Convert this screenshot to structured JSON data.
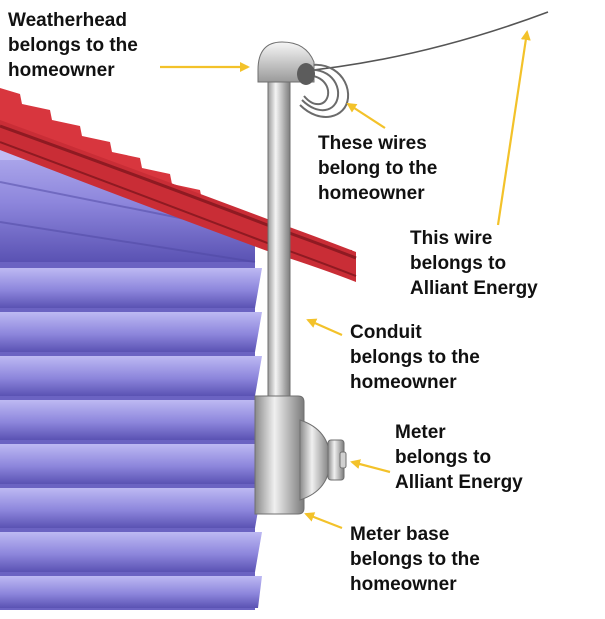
{
  "labels": {
    "weatherhead": [
      "Weatherhead",
      "belongs to the",
      "homeowner"
    ],
    "service_wires": [
      "These wires",
      "belong to the",
      "homeowner"
    ],
    "utility_wire": [
      "This wire",
      "belongs to",
      "Alliant Energy"
    ],
    "conduit": [
      "Conduit",
      "belongs to the",
      "homeowner"
    ],
    "meter": [
      "Meter",
      "belongs to",
      "Alliant Energy"
    ],
    "meter_base": [
      "Meter base",
      "belongs to the",
      "homeowner"
    ]
  },
  "colors": {
    "siding_light": "#a9a4ec",
    "siding_dark": "#5e55b8",
    "roof": "#d8363e",
    "roof_dark": "#a51e28",
    "metal_light": "#f2f2f2",
    "metal_dark": "#8c8c8c",
    "arrow": "#f3c22a"
  }
}
